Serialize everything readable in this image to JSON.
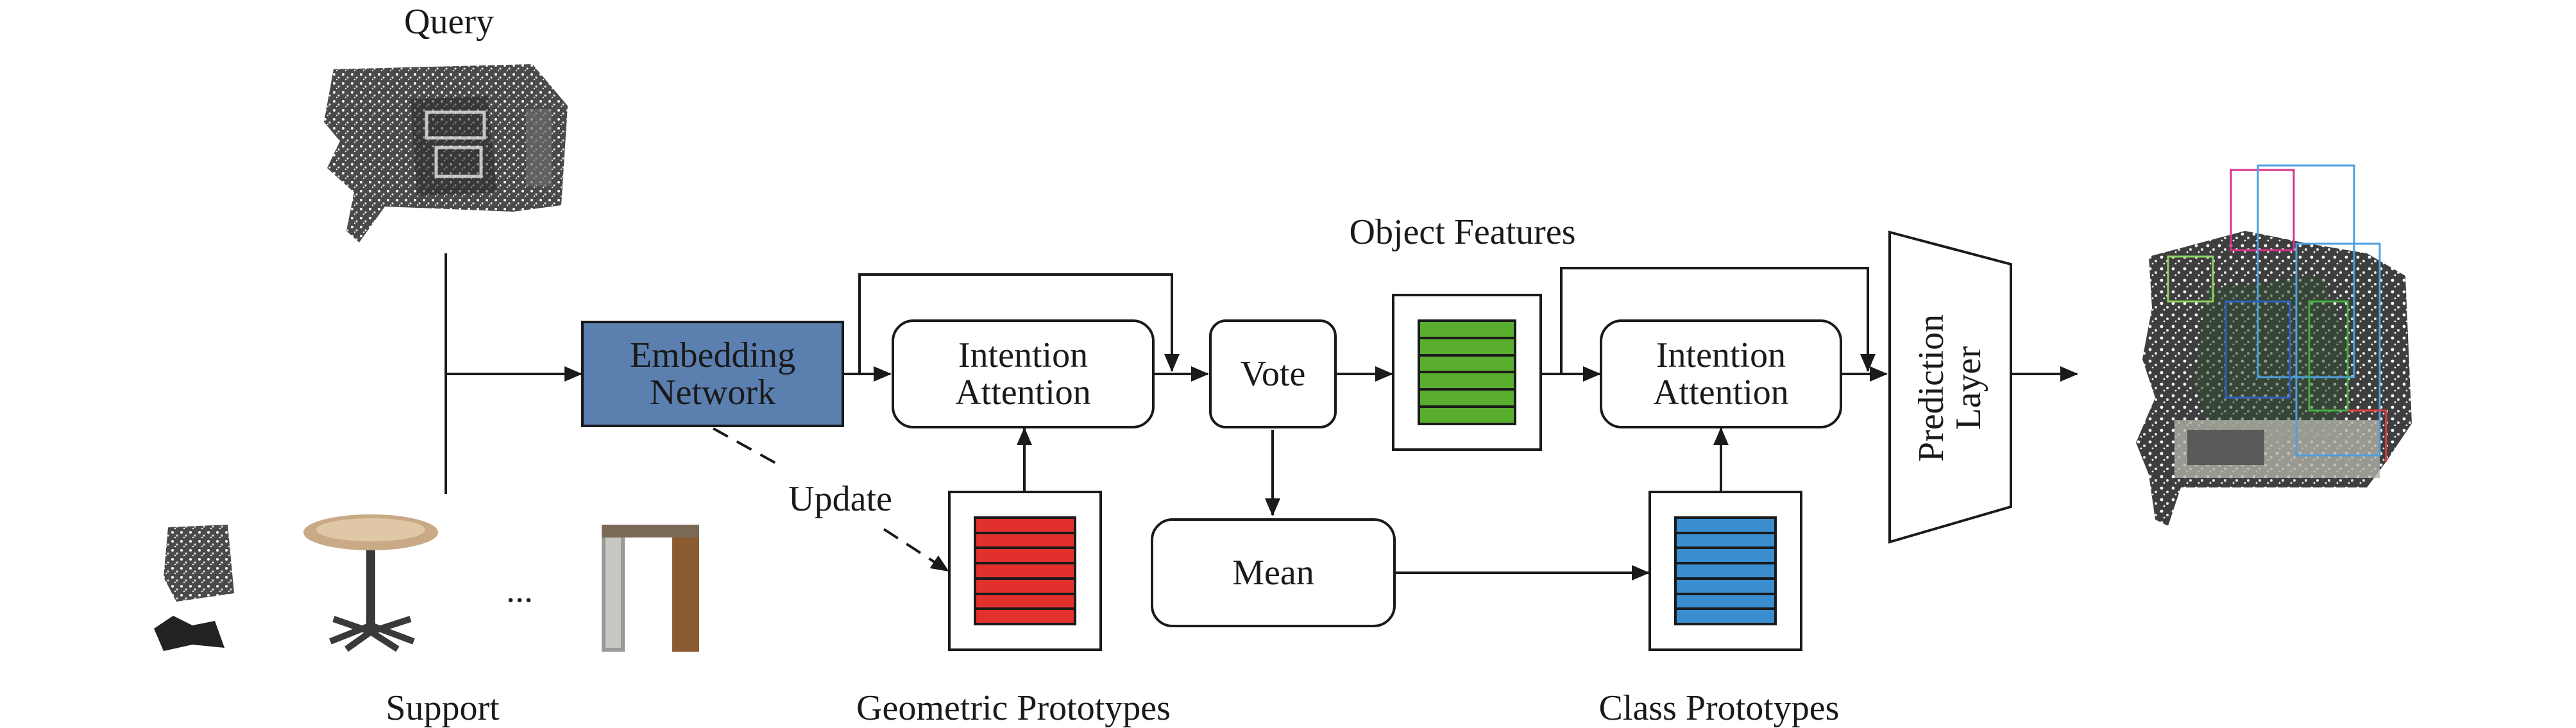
{
  "labels": {
    "query": "Query",
    "support": "Support",
    "ellipsis": "...",
    "update": "Update",
    "object_features": "Object Features",
    "geometric_prototypes": "Geometric Prototypes",
    "class_prototypes": "Class Prototypes"
  },
  "nodes": {
    "embedding_line1": "Embedding",
    "embedding_line2": "Network",
    "intention1_line1": "Intention",
    "intention1_line2": "Attention",
    "vote": "Vote",
    "mean": "Mean",
    "intention2_line1": "Intention",
    "intention2_line2": "Attention",
    "prediction_line1": "Prediction",
    "prediction_line2": "Layer"
  },
  "colors": {
    "embedding_fill": "#5b80b0",
    "object_features_fill": "#59ad2f",
    "geometric_prototypes_fill": "#e2302d",
    "class_prototypes_fill": "#3a8ed0",
    "stroke": "#1a1a1a"
  },
  "icons": [
    "query-point-cloud",
    "support-cube-point-cloud",
    "support-table-point-cloud",
    "support-door-point-cloud",
    "output-point-cloud"
  ]
}
